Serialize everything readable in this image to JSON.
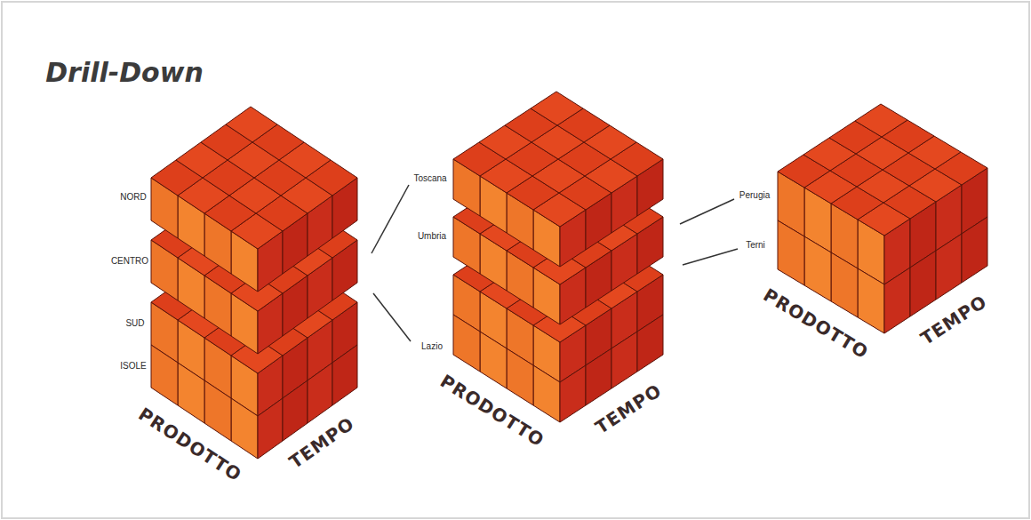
{
  "diagram": {
    "title": "Drill-Down",
    "labels": [
      "NORD",
      "CENTRO",
      "SUD",
      "ISOLE",
      "PRODOTTO",
      "TEMPO",
      "Toscana",
      "Umbria",
      "Lazio",
      "PRODOTTO",
      "TEMPO",
      "Perugia",
      "Terni",
      "PRODOTTO",
      "TEMPO"
    ]
  }
}
